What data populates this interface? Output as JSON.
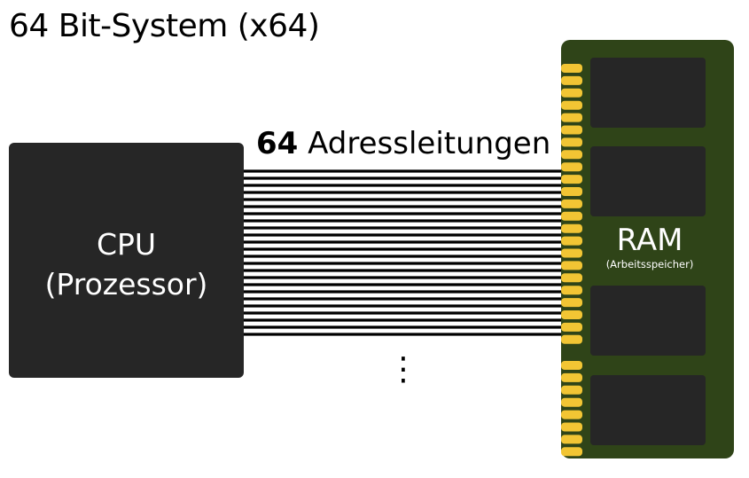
{
  "title": "64 Bit-System (x64)",
  "cpu": {
    "line1": "CPU",
    "line2": "(Prozessor)"
  },
  "bus": {
    "count": "64",
    "label": "Adressleitungen",
    "lines_drawn": 24,
    "continuation": "⋮"
  },
  "ram": {
    "title": "RAM",
    "subtitle": "(Arbeitsspeicher)",
    "chips": 4
  },
  "colors": {
    "cpu": "#262626",
    "ram_board": "#2f4418",
    "ram_chip": "#262626",
    "ram_pins": "#f2c534",
    "lines": "#000000"
  }
}
